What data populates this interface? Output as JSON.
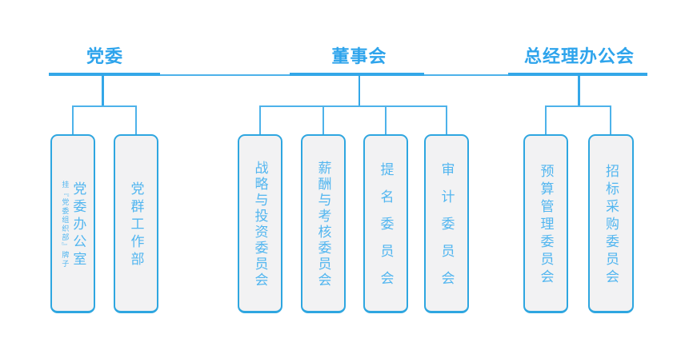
{
  "theme": {
    "header_blue": "#2ea4ec",
    "line_blue": "#33a7e8",
    "line_blue_light": "#4db2ea",
    "node_border": "#2ea6e0",
    "node_fill": "#f2f2f3",
    "node_text": "#52b6f0"
  },
  "groups": [
    {
      "title": "党委",
      "children": [
        {
          "label": "党委办公室",
          "annotation": "挂『党委组织部』牌子"
        },
        {
          "label": "党群工作部"
        }
      ]
    },
    {
      "title": "董事会",
      "children": [
        {
          "label": "战略与投资委员会"
        },
        {
          "label": "薪酬与考核委员会"
        },
        {
          "label": "提名委员会"
        },
        {
          "label": "审计委员会"
        }
      ]
    },
    {
      "title": "总经理办公会",
      "children": [
        {
          "label": "预算管理委员会"
        },
        {
          "label": "招标采购委员会"
        }
      ]
    }
  ]
}
